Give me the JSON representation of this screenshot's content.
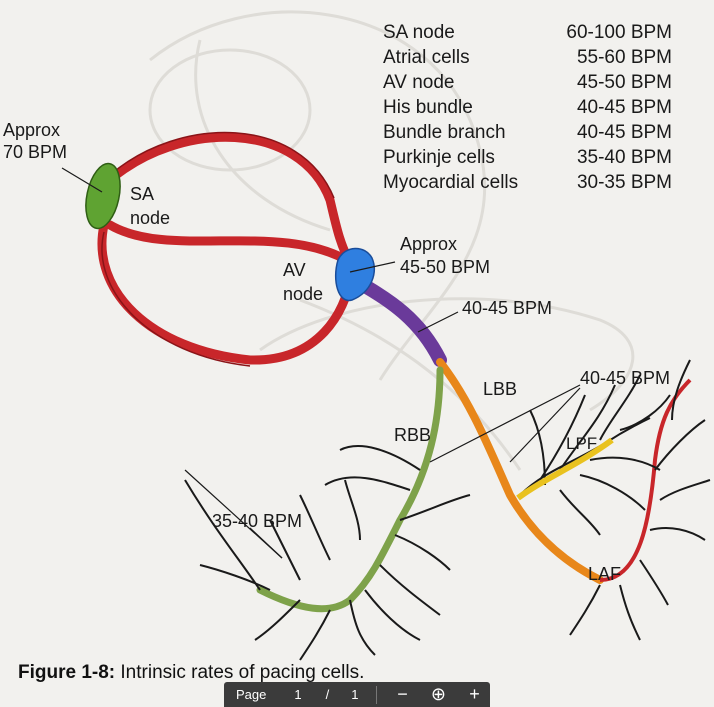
{
  "rates_table": [
    {
      "name": "SA node",
      "value": "60-100 BPM"
    },
    {
      "name": "Atrial cells",
      "value": "55-60 BPM"
    },
    {
      "name": "AV node",
      "value": "45-50 BPM"
    },
    {
      "name": "His bundle",
      "value": "40-45 BPM"
    },
    {
      "name": "Bundle branch",
      "value": "40-45 BPM"
    },
    {
      "name": "Purkinje cells",
      "value": "35-40 BPM"
    },
    {
      "name": "Myocardial cells",
      "value": "30-35 BPM"
    }
  ],
  "labels": {
    "sa_rate_line1": "Approx",
    "sa_rate_line2": "70 BPM",
    "sa_node_line1": "SA",
    "sa_node_line2": "node",
    "av_node_line1": "AV",
    "av_node_line2": "node",
    "av_rate_line1": "Approx",
    "av_rate_line2": "45-50 BPM",
    "his_rate": "40-45 BPM",
    "lbb": "LBB",
    "bundle_rate": "40-45 BPM",
    "rbb": "RBB",
    "lpf": "LPF",
    "laf": "LAF",
    "purkinje_rate": "35-40 BPM"
  },
  "caption": {
    "figure": "Figure 1-8:",
    "text": "Intrinsic rates of pacing cells."
  },
  "pager": {
    "label": "Page",
    "current": "1",
    "separator": "/",
    "total": "1",
    "zoom_out": "−",
    "zoom_icon": "⊕",
    "zoom_in": "+"
  },
  "colors": {
    "pathway_red": "#c8262a",
    "sa_node_green": "#5fa332",
    "av_node_blue": "#2f7fe0",
    "his_purple": "#6a3a9a",
    "lbb_orange": "#e8871a",
    "lpf_yellow": "#e9c21f",
    "rbb_green": "#7ea24a"
  }
}
